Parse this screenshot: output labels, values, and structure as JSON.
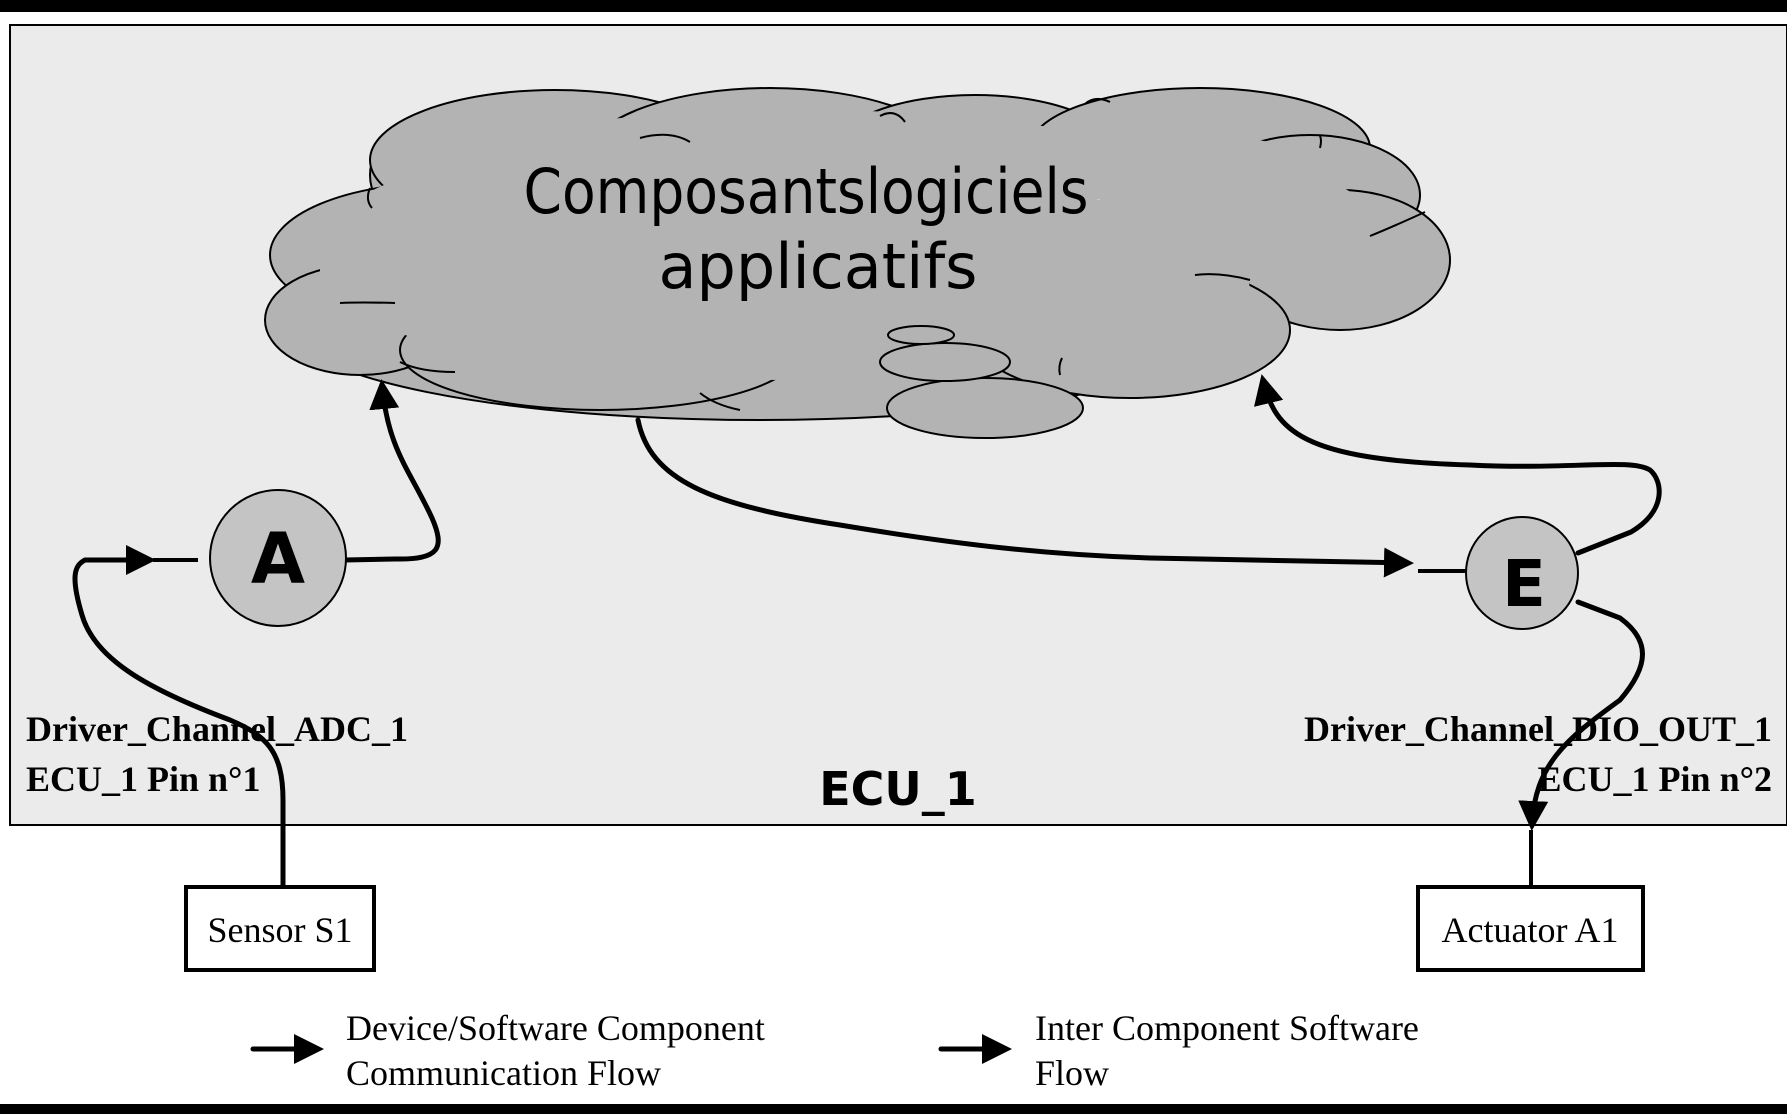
{
  "diagram": {
    "cloud": {
      "line1": "Composantslogiciels",
      "line2": "applicatifs"
    },
    "ecu_label": "ECU_1",
    "components": {
      "a_label": "A",
      "e_label": "E"
    },
    "left_driver": {
      "channel": "Driver_Channel_ADC_1",
      "pin": "ECU_1 Pin n°1"
    },
    "right_driver": {
      "channel": "Driver_Channel_DIO_OUT_1",
      "pin": "ECU_1 Pin n°2"
    },
    "devices": {
      "sensor": "Sensor S1",
      "actuator": "Actuator A1"
    },
    "legend": {
      "device_flow_line1": "Device/Software Component",
      "device_flow_line2": "Communication Flow",
      "inter_flow_line1": "Inter Component Software",
      "inter_flow_line2": "Flow"
    },
    "colors": {
      "ecu_background": "#ebebeb",
      "cloud_fill": "#b3b3b3",
      "component_fill": "#c4c4c4",
      "stroke": "#000000"
    }
  }
}
